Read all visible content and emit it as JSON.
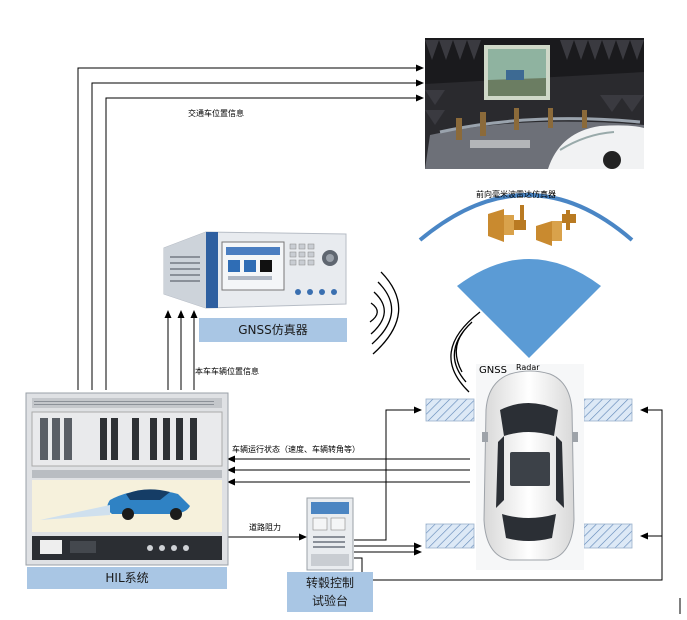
{
  "labels": {
    "traffic_position": "交通车位置信息",
    "radar_simulator": "前向毫米波雷达仿真器",
    "gnss_simulator": "GNSS仿真器",
    "ego_position": "本车车辆位置信息",
    "vehicle_state": "车辆运行状态（速度、车辆转角等）",
    "road_resistance": "道路阻力",
    "hil_system": "HIL系统",
    "dyno_line1": "转毂控制",
    "dyno_line2": "试验台",
    "gnss_tag": "GNSS",
    "radar_tag": "Radar"
  },
  "icons": [
    "anechoic-chamber-photo",
    "gnss-simulator-device",
    "hil-rack",
    "dyno-test-bench",
    "car-top-view",
    "horn-antenna",
    "radar-beam",
    "wireless-wave"
  ],
  "colors": {
    "label_box": "#a9c6e4",
    "beam": "#5b9bd5",
    "arc": "#4a86c5"
  }
}
